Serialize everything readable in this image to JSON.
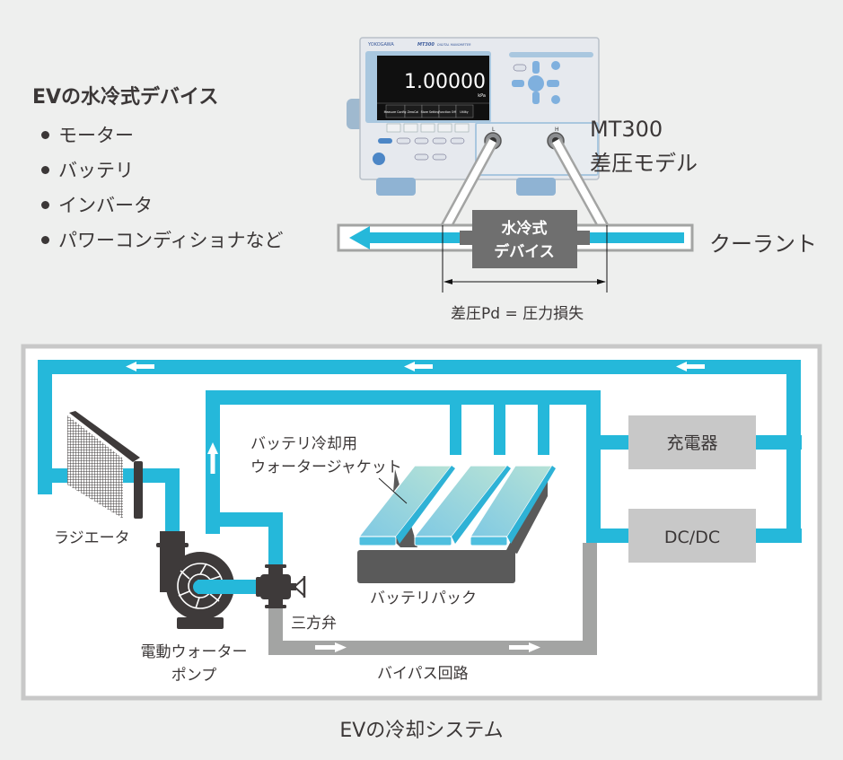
{
  "top_section": {
    "title": "EVの水冷式デバイス",
    "devices": [
      "モーター",
      "バッテリ",
      "インバータ",
      "パワーコンディショナなど"
    ],
    "instrument": {
      "brand": "YOKOGAWA",
      "model_badge": "MT300",
      "product_type": "DIGITAL MANOMETER",
      "display_value": "1.00000",
      "display_unit": "kPa",
      "soft_keys": [
        "Measure Config",
        "ZeroCal",
        "Store Setting",
        "Function Off",
        "Utility"
      ],
      "port_low": "L",
      "port_high": "H",
      "label_line1": "MT300",
      "label_line2": "差圧モデル"
    },
    "device_box": {
      "line1": "水冷式",
      "line2": "デバイス"
    },
    "coolant_label": "クーラント",
    "pressure_label": "差圧Pd = 圧力損失"
  },
  "cooling_system": {
    "radiator_label": "ラジエータ",
    "pump_label_line1": "電動ウォーター",
    "pump_label_line2": "ポンプ",
    "valve_label": "三方弁",
    "jacket_label_line1": "バッテリ冷却用",
    "jacket_label_line2": "ウォータージャケット",
    "battery_pack_label": "バッテリパック",
    "bypass_label": "バイパス回路",
    "charger_label": "充電器",
    "dcdc_label": "DC/DC"
  },
  "caption": "EVの冷却システム",
  "colors": {
    "coolant_blue": "#25b8da",
    "bypass_gray": "#a3a4a3",
    "device_gray": "#6f6f6f",
    "box_gray": "#c8c8c8",
    "dark": "#3e3a3a",
    "background": "#eeefee"
  }
}
